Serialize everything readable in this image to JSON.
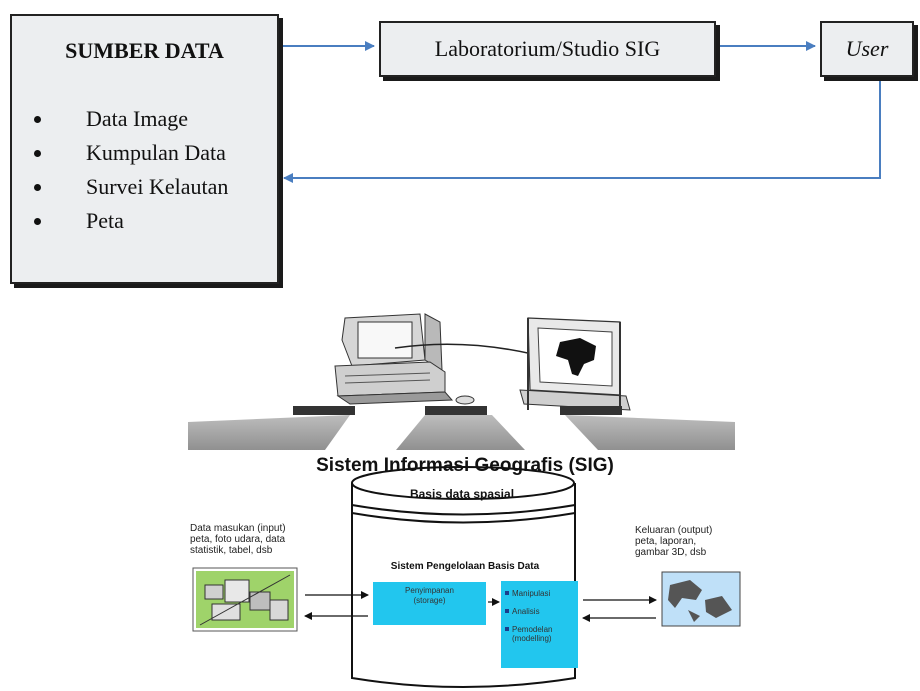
{
  "sumber_data": {
    "title": "SUMBER DATA",
    "items": [
      "Data Image",
      "Kumpulan Data",
      "Survei Kelautan",
      "Peta"
    ]
  },
  "lab_label": "Laboratorium/Studio SIG",
  "user_label": "User",
  "sig": {
    "title": "Sistem Informasi Geografis (SIG)",
    "input_label_lines": [
      "Data masukan (input)",
      "peta, foto udara, data",
      "statistik, tabel, dsb"
    ],
    "output_label_lines": [
      "Keluaran (output)",
      "peta, laporan,",
      "gambar 3D, dsb"
    ],
    "database_title": "Basis data spasial",
    "system_title": "Sistem Pengelolaan Basis Data",
    "storage_lines": [
      "Penyimpanan",
      "(storage)"
    ],
    "operations": [
      "Manipulasi",
      "Analisis",
      "Pemodelan (modelling)"
    ]
  },
  "colors": {
    "arrow_blue": "#4a7ec0",
    "process_cyan": "#22c6ee",
    "box_fill": "#eceef0"
  }
}
